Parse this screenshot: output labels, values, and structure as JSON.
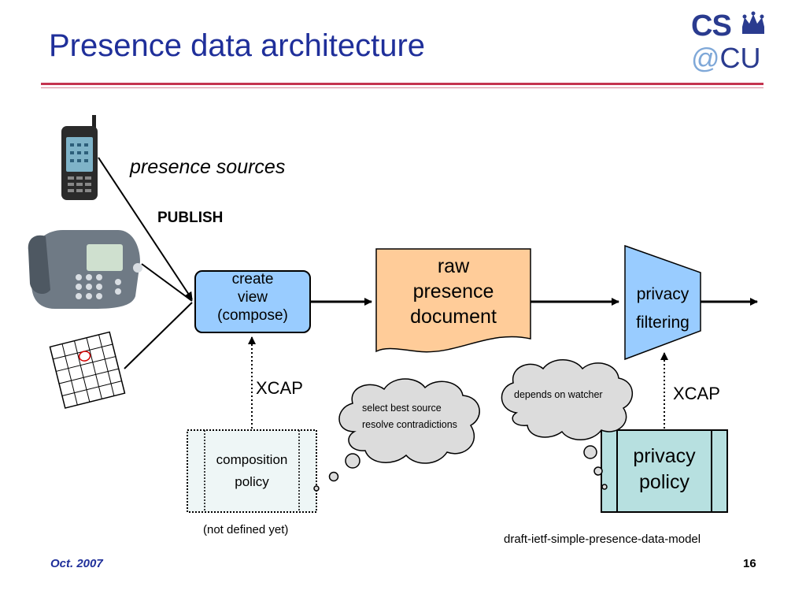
{
  "slide": {
    "title": "Presence data architecture",
    "logo": {
      "line1": "CS",
      "at": "@",
      "line2": "CU"
    },
    "footer_date": "Oct. 2007",
    "page_number": "16"
  },
  "diagram": {
    "sources_label": "presence sources",
    "publish_label": "PUBLISH",
    "sources": [
      "mobile-phone",
      "desk-phone",
      "calendar"
    ],
    "create_view": {
      "line1": "create",
      "line2": "view",
      "line3": "(compose)"
    },
    "raw_document": {
      "line1": "raw",
      "line2": "presence",
      "line3": "document"
    },
    "privacy_filtering": {
      "line1": "privacy",
      "line2": "filtering"
    },
    "xcap_left": "XCAP",
    "xcap_right": "XCAP",
    "composition_policy": {
      "line1": "composition",
      "line2": "policy"
    },
    "privacy_policy": {
      "line1": "privacy",
      "line2": "policy"
    },
    "thought_compose": {
      "line1": "select best source",
      "line2": "resolve contradictions"
    },
    "thought_privacy": "depends on watcher",
    "not_defined": "(not defined yet)",
    "draft_ref": "draft-ietf-simple-presence-data-model"
  },
  "colors": {
    "title": "#1f2f9a",
    "rule": "#c4344f",
    "create_view_fill": "#99ccff",
    "raw_document_fill": "#ffcc99",
    "privacy_filtering_fill": "#99ccff",
    "composition_policy_fill": "#eef6f6",
    "privacy_policy_fill": "#b7e0e0",
    "cloud_fill": "#dcdcdc"
  }
}
